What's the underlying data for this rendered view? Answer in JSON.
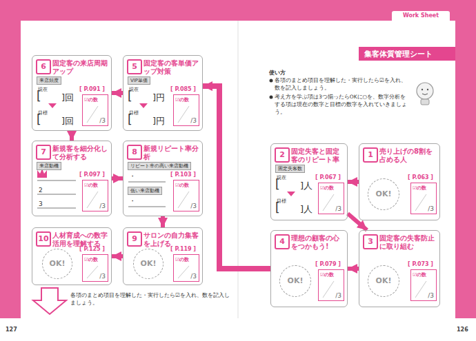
{
  "diagram": {
    "title": "集客体質管理シート",
    "nodes": [
      {
        "text": [
          "1",
          "売り上げの8割を占める人",
          "[ P.063 ]"
        ]
      },
      {
        "text": [
          "OK!"
        ],
        "in": 0
      },
      {
        "text": [
          "☑の数",
          "/3"
        ],
        "in": 0
      },
      {
        "text": [
          "2",
          "固定失客と固定客のリピート率",
          "現在",
          "[",
          "]人",
          "目標",
          "[",
          "]人",
          "[ P.067 ]"
        ]
      },
      {
        "text": [
          "固定失客数"
        ],
        "in": 3
      },
      {
        "text": [
          "☑の数",
          "/3"
        ],
        "in": 3
      },
      {
        "text": [
          "3",
          "固定客の失客防止に取り組む",
          "[ P.073 ]"
        ]
      },
      {
        "text": [
          "OK!"
        ],
        "in": 6
      },
      {
        "text": [
          "☑の数",
          "/3"
        ],
        "in": 6
      },
      {
        "text": [
          "4",
          "理想の顧客の心をつかもう!",
          "[ P.079 ]"
        ]
      },
      {
        "text": [
          "OK!"
        ],
        "in": 9
      },
      {
        "text": [
          "☑の数",
          "/3"
        ],
        "in": 9
      },
      {
        "text": [
          "5",
          "固定客の客単価アップ対策",
          "現在",
          "[",
          "]円",
          "目標",
          "[",
          "]円",
          "[ P.085 ]"
        ]
      },
      {
        "text": [
          "VIP単価"
        ],
        "in": 12
      },
      {
        "text": [
          "☑の数",
          "/3"
        ],
        "in": 12
      },
      {
        "text": [
          "6",
          "固定客の来店周期アップ",
          "現在",
          "[",
          "]回",
          "目標",
          "[",
          "]回",
          "[ P.091 ]"
        ]
      },
      {
        "text": [
          "来店頻度"
        ],
        "in": 15
      },
      {
        "text": [
          "☑の数",
          "/3"
        ],
        "in": 15
      },
      {
        "text": [
          "7",
          "新規客を細分化して分析する",
          "2",
          "3",
          "[ P.097 ]"
        ]
      },
      {
        "text": [
          "来店動機"
        ],
        "in": 18
      },
      {
        "text": [
          "☑の数",
          "/3"
        ],
        "in": 18
      },
      {
        "text": [
          "8",
          "新規リピート率分析",
          "・",
          "・",
          "[ P.103 ]"
        ]
      },
      {
        "text": [
          "リピート率の高い来店動機"
        ],
        "in": 21
      },
      {
        "text": [
          "低い来店動機"
        ],
        "in": 21
      },
      {
        "text": [
          "☑の数",
          "/3"
        ],
        "in": 21
      },
      {
        "text": [
          "9",
          "サロンの自力集客を上げる",
          "[ P.119 ]"
        ]
      },
      {
        "text": [
          "OK!"
        ],
        "in": 25
      },
      {
        "text": [
          "☑の数",
          "/3"
        ],
        "in": 25
      },
      {
        "text": [
          "10",
          "人材育成への数字活用を理解する",
          "[ P.125 ]"
        ]
      },
      {
        "text": [
          "OK!"
        ],
        "in": 28
      },
      {
        "text": [
          "☑の数",
          "/3"
        ],
        "in": 28
      }
    ],
    "edges": [
      {
        "from": 0,
        "to": 3,
        "arrow": "to"
      },
      {
        "from": 3,
        "to": 6,
        "arrow": "to"
      },
      {
        "from": 6,
        "to": 9,
        "arrow": "to"
      },
      {
        "from": 9,
        "to": 12,
        "arrow": "to"
      },
      {
        "from": 12,
        "to": 15,
        "arrow": "to"
      },
      {
        "from": 15,
        "to": 18,
        "arrow": "to"
      },
      {
        "from": 18,
        "to": 21,
        "arrow": "to"
      },
      {
        "from": 21,
        "to": 25,
        "arrow": "to"
      },
      {
        "from": 25,
        "to": 28,
        "arrow": "to"
      }
    ],
    "labels": [
      "Work Sheet",
      "使い方",
      "各項のまとめ項目を理解した・実行したら☑を入れ、数を記入しましょう。",
      "考え方を学ぶ項は3つ揃ったらOKに○を、数字分析をする項は現在の数字と目標の数字を入れていきましょう。",
      "各項のまとめ項目を理解した・実行したら☑を入れ、数を記入しましょう。",
      "127",
      "126"
    ]
  }
}
